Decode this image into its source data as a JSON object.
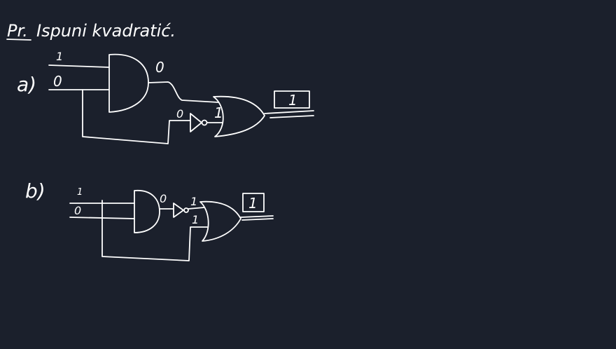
{
  "title": {
    "prefix": "Pr.",
    "text": "Ispuni kvadratić."
  },
  "circuit_a": {
    "label": "a)",
    "input_top": "1",
    "input_bottom": "0",
    "and_output": "0",
    "not_input": "0",
    "not_output": "1",
    "result": "1"
  },
  "circuit_b": {
    "label": "b)",
    "input_top": "1",
    "input_bottom": "0",
    "and_output": "0",
    "not_output": "1",
    "or_lower_input": "1",
    "result": "1"
  }
}
